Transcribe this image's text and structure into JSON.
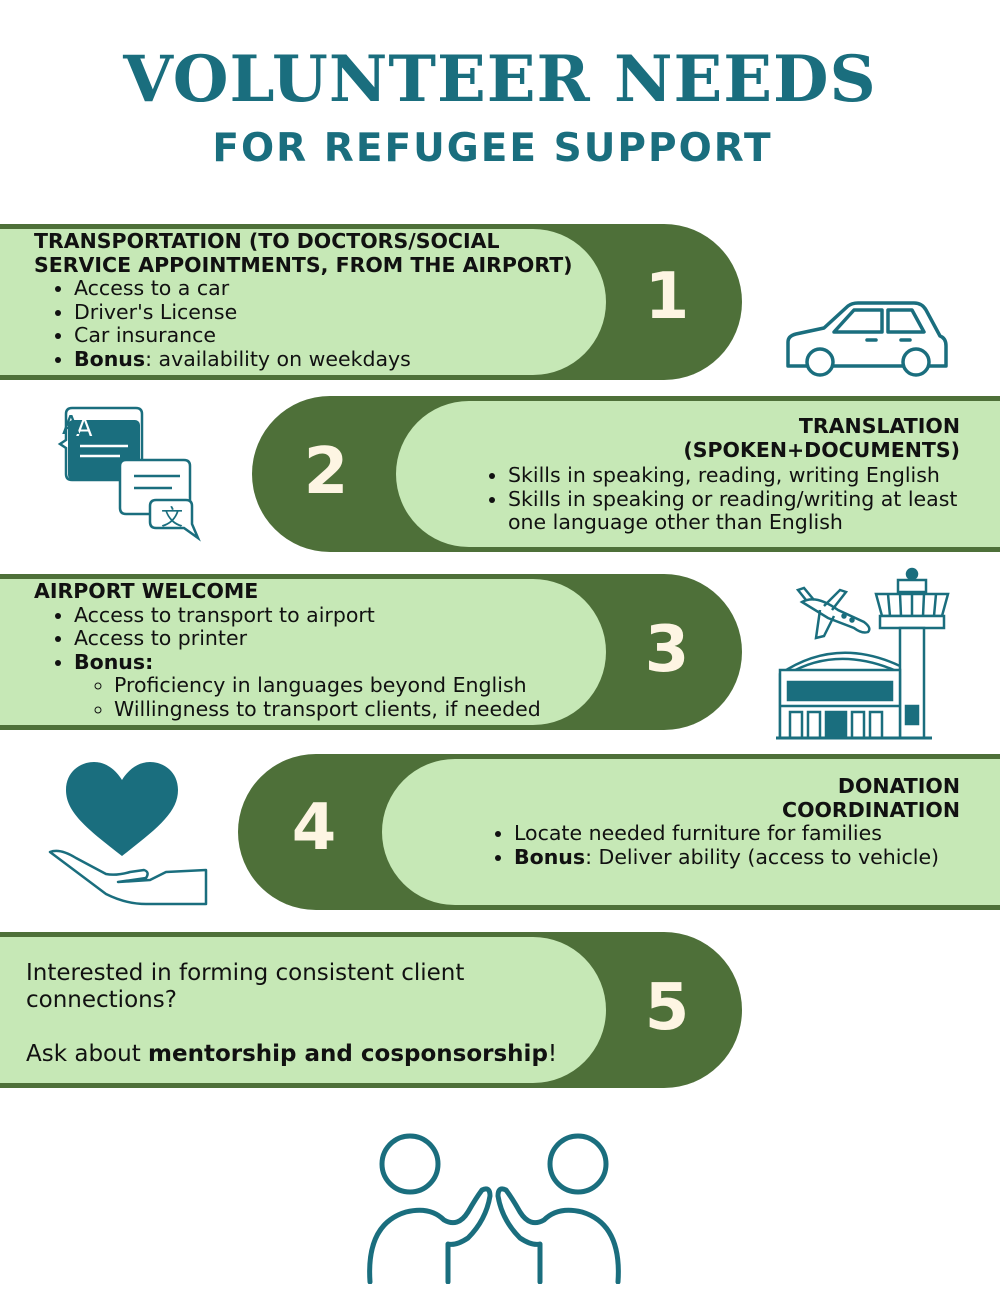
{
  "header": {
    "title": "VOLUNTEER NEEDS",
    "subtitle": "FOR REFUGEE SUPPORT"
  },
  "colors": {
    "teal": "#1a6e7e",
    "dark_green": "#4e7039",
    "light_green": "#c6e8b6",
    "cream": "#fdf5e3"
  },
  "cards": [
    {
      "number": "1",
      "heading_line1": "TRANSPORTATION (TO DOCTORS/SOCIAL",
      "heading_line2": "SERVICE APPOINTMENTS, FROM THE AIRPORT)",
      "items": [
        "Access to a car",
        "Driver's License",
        "Car insurance"
      ],
      "bonus_label": "Bonus",
      "bonus_text": ": availability on weekdays",
      "icon": "car-icon"
    },
    {
      "number": "2",
      "heading_line1": "TRANSLATION",
      "heading_line2": "(SPOKEN+DOCUMENTS)",
      "items": [
        "Skills in speaking, reading, writing English",
        "Skills in speaking or reading/writing at least one language other than English"
      ],
      "icon": "translation-icon"
    },
    {
      "number": "3",
      "heading": "AIRPORT WELCOME",
      "items": [
        "Access to transport to airport",
        "Access to printer"
      ],
      "bonus_label": "Bonus:",
      "sub_items": [
        "Proficiency in languages beyond English",
        "Willingness to transport clients, if needed"
      ],
      "icon": "airport-icon"
    },
    {
      "number": "4",
      "heading_line1": "DONATION",
      "heading_line2": "COORDINATION",
      "items": [
        "Locate needed furniture for families"
      ],
      "bonus_label": "Bonus",
      "bonus_text": ": Deliver ability (access to vehicle)",
      "icon": "heart-hand-icon"
    },
    {
      "number": "5",
      "question": "Interested in forming consistent client connections?",
      "ask_prefix": "Ask about ",
      "ask_bold": "mentorship and cosponsorship",
      "ask_suffix": "!",
      "icon": "people-icon"
    }
  ]
}
